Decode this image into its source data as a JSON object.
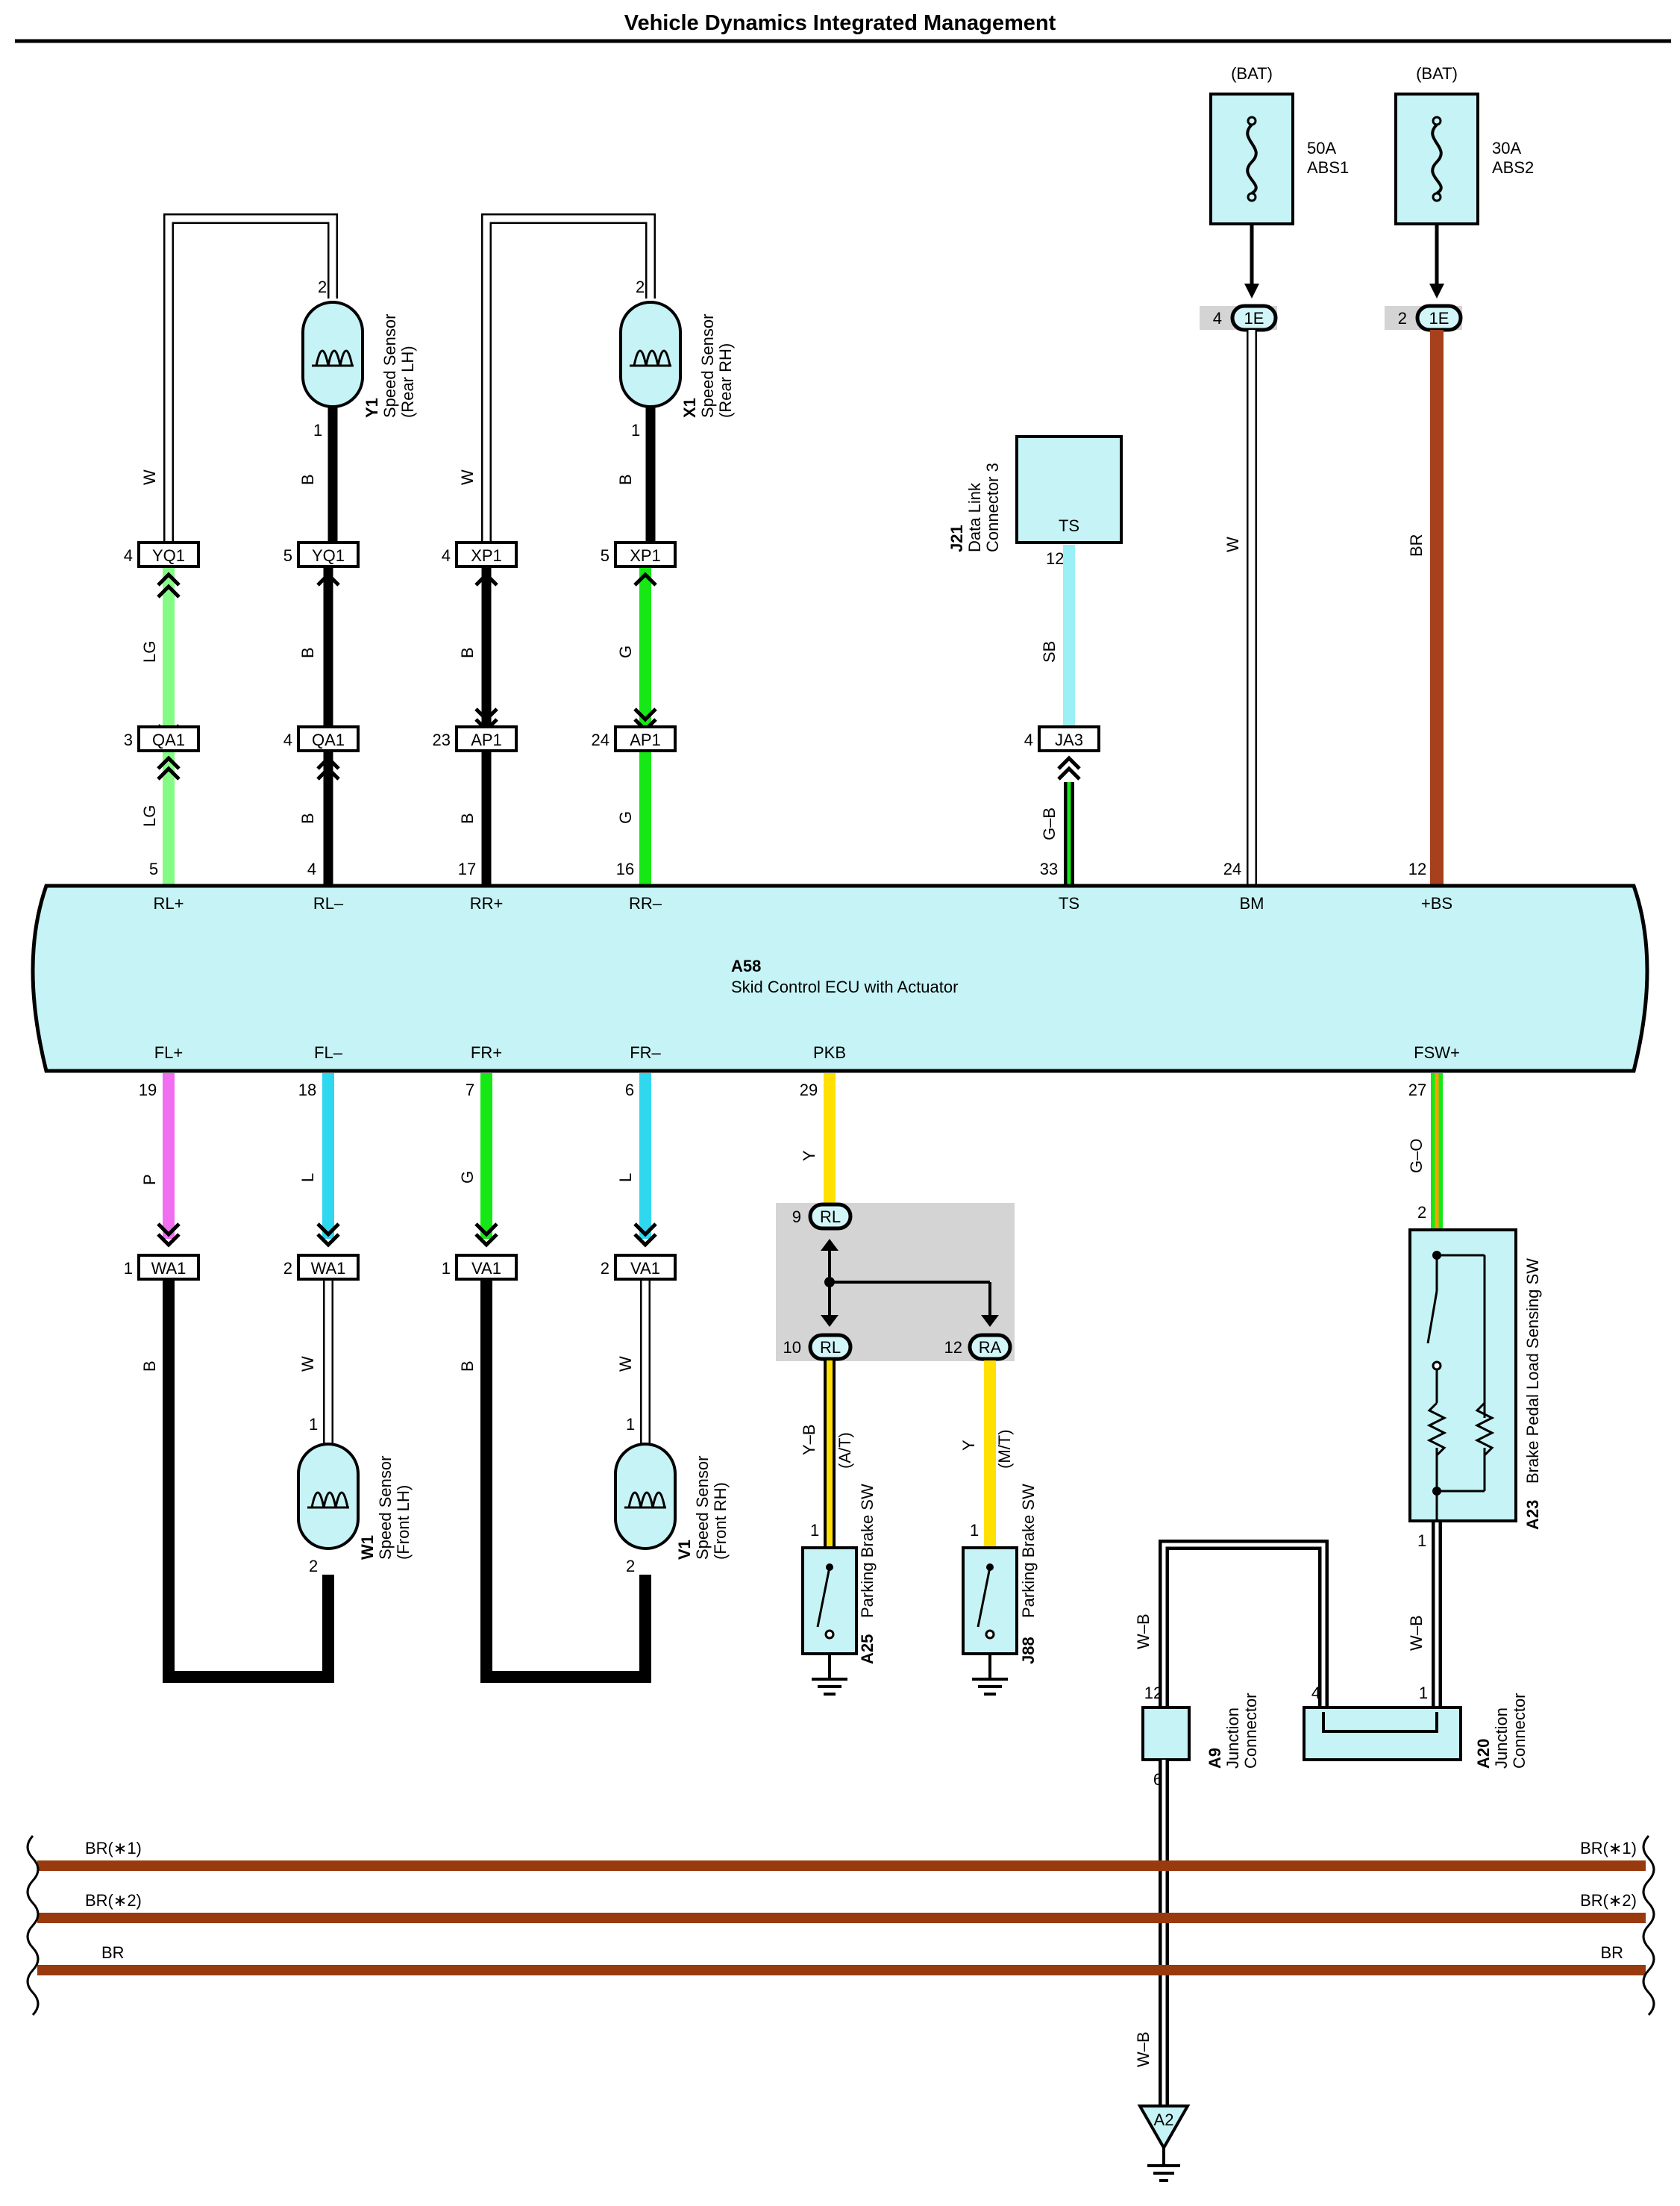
{
  "title": "Vehicle Dynamics Integrated Management",
  "colors": {
    "ecu_fill": "#c6f3f5",
    "connector_fill": "#d2f6f8",
    "splice_gray": "#d4d4d4",
    "wire_black": "#000000",
    "wire_white": "#ffffff",
    "wire_lightgreen": "#84fb84",
    "wire_green": "#16e816",
    "wire_skyblue": "#9af0f5",
    "wire_blue": "#30d8ef",
    "wire_pink": "#f26ef0",
    "wire_yellow": "#ffe000",
    "wire_brown": "#a7401c",
    "bus_brown": "#983a0d"
  },
  "ecu": {
    "id": "A58",
    "name": "Skid Control ECU with Actuator",
    "top_terminals": [
      {
        "pin": "5",
        "label": "RL+"
      },
      {
        "pin": "4",
        "label": "RL–"
      },
      {
        "pin": "17",
        "label": "RR+"
      },
      {
        "pin": "16",
        "label": "RR–"
      },
      {
        "pin": "33",
        "label": "TS"
      },
      {
        "pin": "24",
        "label": "BM"
      },
      {
        "pin": "12",
        "label": "+BS"
      }
    ],
    "bottom_terminals": [
      {
        "pin": "19",
        "label": "FL+"
      },
      {
        "pin": "18",
        "label": "FL–"
      },
      {
        "pin": "7",
        "label": "FR+"
      },
      {
        "pin": "6",
        "label": "FR–"
      },
      {
        "pin": "29",
        "label": "PKB"
      },
      {
        "pin": "27",
        "label": "FSW+"
      }
    ]
  },
  "rear_sensors": [
    {
      "id": "Y1",
      "name": "Speed Sensor",
      "side": "(Rear LH)",
      "pin_top": "2",
      "pin_bottom": "1"
    },
    {
      "id": "X1",
      "name": "Speed Sensor",
      "side": "(Rear RH)",
      "pin_top": "2",
      "pin_bottom": "1"
    }
  ],
  "front_sensors": [
    {
      "id": "W1",
      "name": "Speed Sensor",
      "side": "(Front LH)",
      "pin_top": "1",
      "pin_bottom": "2"
    },
    {
      "id": "V1",
      "name": "Speed Sensor",
      "side": "(Front RH)",
      "pin_top": "1",
      "pin_bottom": "2"
    }
  ],
  "upper_connectors": [
    {
      "pin": "4",
      "code": "YQ1"
    },
    {
      "pin": "5",
      "code": "YQ1"
    },
    {
      "pin": "4",
      "code": "XP1"
    },
    {
      "pin": "5",
      "code": "XP1"
    }
  ],
  "lower_connectors": [
    {
      "pin": "3",
      "code": "QA1"
    },
    {
      "pin": "4",
      "code": "QA1"
    },
    {
      "pin": "23",
      "code": "AP1"
    },
    {
      "pin": "24",
      "code": "AP1"
    },
    {
      "pin": "4",
      "code": "JA3"
    }
  ],
  "front_connectors": [
    {
      "pin": "1",
      "code": "WA1"
    },
    {
      "pin": "2",
      "code": "WA1"
    },
    {
      "pin": "1",
      "code": "VA1"
    },
    {
      "pin": "2",
      "code": "VA1"
    }
  ],
  "wire_colors": {
    "rear_upper": [
      "W",
      "B",
      "W",
      "B"
    ],
    "rear_mid": [
      "LG",
      "B",
      "B",
      "G"
    ],
    "rear_lower": [
      "LG",
      "B",
      "B",
      "G"
    ],
    "front_upper": [
      "P",
      "L",
      "G",
      "L"
    ],
    "front_lower": [
      "B",
      "W",
      "B",
      "W"
    ],
    "ts_upper": "SB",
    "ts_lower": "G–B",
    "bm": "W",
    "bs": "BR",
    "pkb": "Y",
    "at": "Y–B",
    "mt": "Y",
    "fsw": "G–O",
    "a23_out": "W–B",
    "a9_in": "W–B",
    "ground": "W–B"
  },
  "dlc": {
    "id": "J21",
    "name": "Data Link",
    "name2": "Connector 3",
    "terminal": "TS",
    "pin": "12"
  },
  "fuses": [
    {
      "source": "(BAT)",
      "amp": "50A",
      "name": "ABS1",
      "pin": "4",
      "code": "1E"
    },
    {
      "source": "(BAT)",
      "amp": "30A",
      "name": "ABS2",
      "pin": "2",
      "code": "1E"
    }
  ],
  "relay_block": {
    "in": {
      "pin": "9",
      "code": "RL"
    },
    "out_at": {
      "pin": "10",
      "code": "RL"
    },
    "out_mt": {
      "pin": "12",
      "code": "RA"
    },
    "note_at": "(A/T)",
    "note_mt": "(M/T)"
  },
  "parking_switches": [
    {
      "id": "A25",
      "name": "Parking Brake SW",
      "pin": "1"
    },
    {
      "id": "J88",
      "name": "Parking Brake SW",
      "pin": "1"
    }
  ],
  "brake_pedal_sw": {
    "id": "A23",
    "name": "Brake Pedal Load Sensing SW",
    "pin_in": "2",
    "pin_out": "1"
  },
  "junctions": [
    {
      "id": "A9",
      "name": "Junction",
      "name2": "Connector",
      "pin_in": "12",
      "pin_out": "6"
    },
    {
      "id": "A20",
      "name": "Junction",
      "name2": "Connector",
      "pin_a": "4",
      "pin_b": "1"
    }
  ],
  "bus_lines": [
    {
      "left": "BR(∗1)",
      "right": "BR(∗1)"
    },
    {
      "left": "BR(∗2)",
      "right": "BR(∗2)"
    },
    {
      "left": "BR",
      "right": "BR"
    }
  ],
  "ground_point": "A2"
}
